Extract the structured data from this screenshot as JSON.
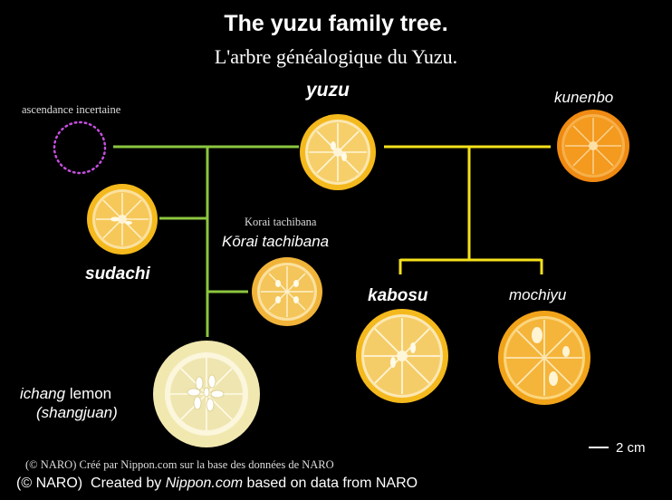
{
  "header": {
    "title": "The yuzu family tree.",
    "subtitle": "L'arbre généalogique du Yuzu."
  },
  "labels": {
    "uncertain": "ascendance incertaine",
    "yuzu": "yuzu",
    "kunenbo": "kunenbo",
    "sudachi": "sudachi",
    "korai_small": "Korai tachibana",
    "korai": "Kōrai tachibana",
    "kabosu": "kabosu",
    "mochiyu": "mochiyu",
    "ichang_name": "ichang",
    "ichang_suffix": " lemon",
    "ichang_alt": "(shangjuan)",
    "scale": "2 cm"
  },
  "credits": {
    "fr": "(© NARO) Créé par Nippon.com sur la base des données de NARO",
    "en_prefix": "(© NARO)  Created by ",
    "en_site": "Nippon.com",
    "en_suffix": " based on data from NARO"
  },
  "colors": {
    "green": "#8cc63f",
    "yellow": "#f5e11a",
    "dotted": "#c64fe0",
    "rind_yellow": "#f4b91d",
    "rind_orange": "#ef8a12",
    "rind_pale": "#f1e8b0"
  }
}
